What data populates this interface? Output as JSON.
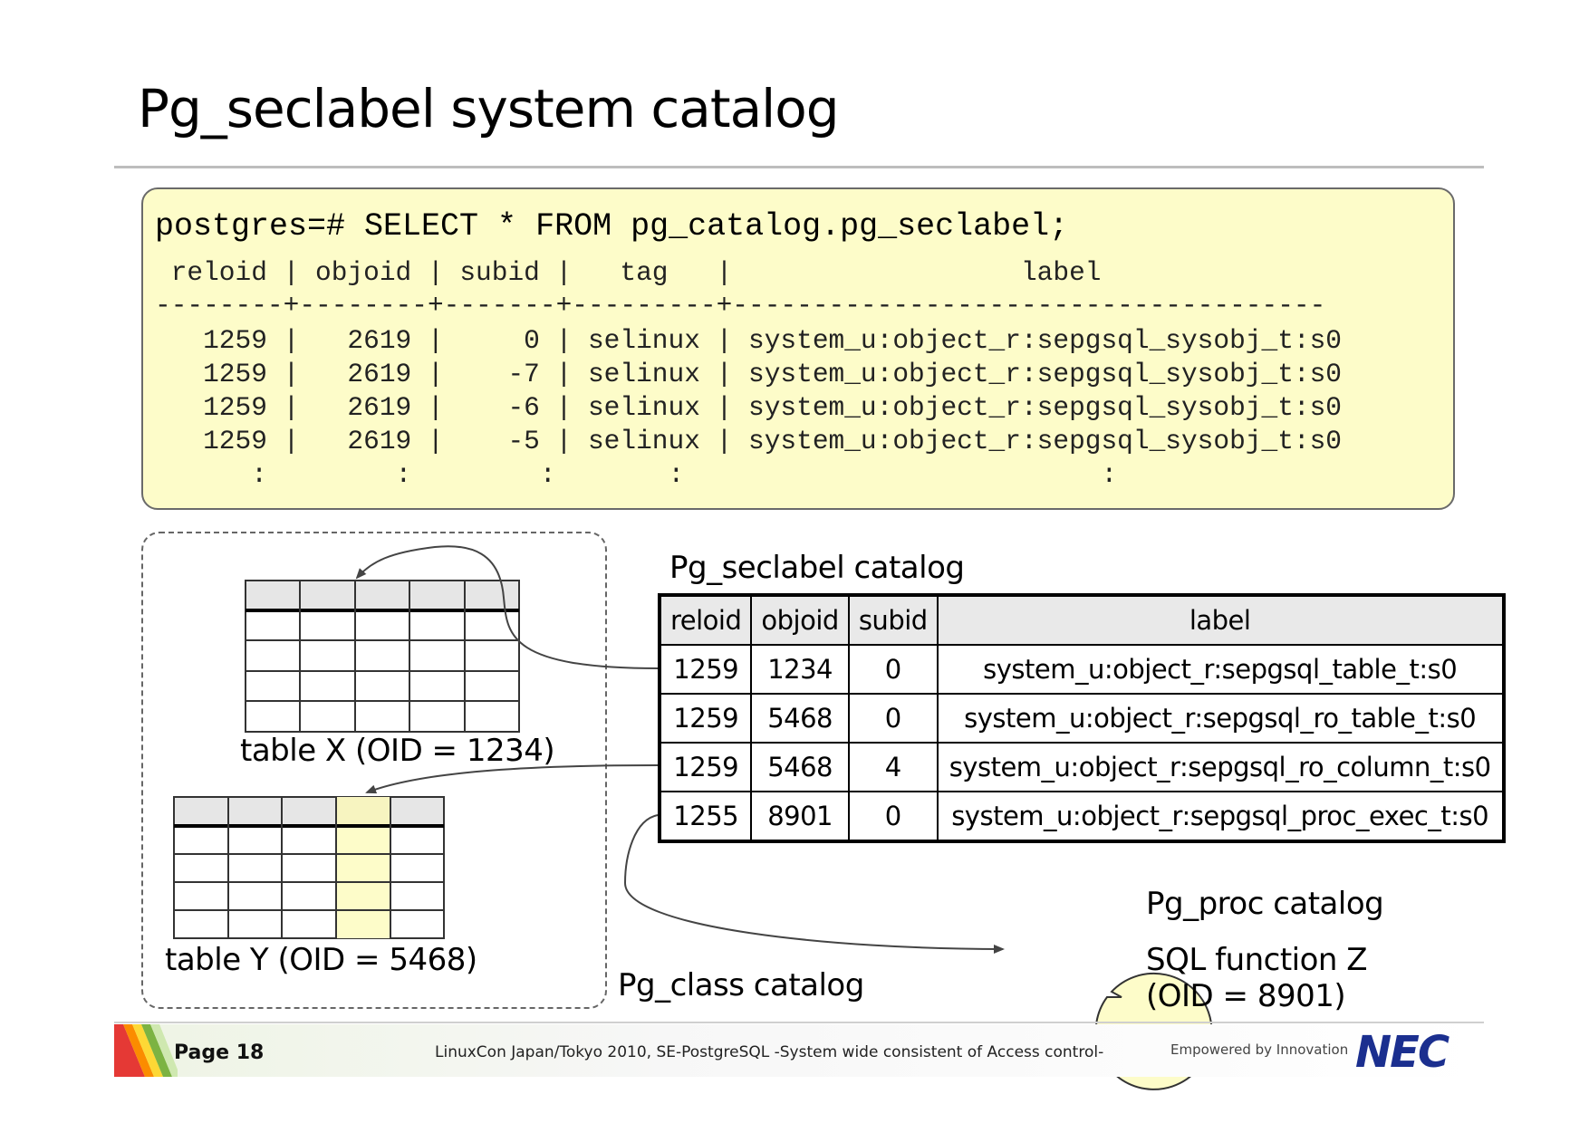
{
  "slide": {
    "title": "Pg_seclabel system catalog"
  },
  "sql_box": {
    "command": "postgres=# SELECT * FROM pg_catalog.pg_seclabel;",
    "header": " reloid | objoid | subid |   tag   |                  label",
    "separator": "--------+--------+-------+---------+-------------------------------------",
    "rows": [
      "   1259 |   2619 |     0 | selinux | system_u:object_r:sepgsql_sysobj_t:s0",
      "   1259 |   2619 |    -7 | selinux | system_u:object_r:sepgsql_sysobj_t:s0",
      "   1259 |   2619 |    -6 | selinux | system_u:object_r:sepgsql_sysobj_t:s0",
      "   1259 |   2619 |    -5 | selinux | system_u:object_r:sepgsql_sysobj_t:s0",
      "      :        :        :       :                          :"
    ]
  },
  "diagram": {
    "table_x_label": "table X (OID = 1234)",
    "table_y_label": "table Y (OID = 5468)",
    "pg_class_label": "Pg_class catalog",
    "seclabel_catalog_title": "Pg_seclabel catalog",
    "pg_proc_title": "Pg_proc catalog",
    "sql_function_line1": "SQL function Z",
    "sql_function_line2": "(OID = 8901)",
    "highlight_color": "#fdfcc9"
  },
  "seclabel_table": {
    "headers": [
      "reloid",
      "objoid",
      "subid",
      "label"
    ],
    "rows": [
      [
        "1259",
        "1234",
        "0",
        "system_u:object_r:sepgsql_table_t:s0"
      ],
      [
        "1259",
        "5468",
        "0",
        "system_u:object_r:sepgsql_ro_table_t:s0"
      ],
      [
        "1259",
        "5468",
        "4",
        "system_u:object_r:sepgsql_ro_column_t:s0"
      ],
      [
        "1255",
        "8901",
        "0",
        "system_u:object_r:sepgsql_proc_exec_t:s0"
      ]
    ]
  },
  "footer": {
    "page": "Page 18",
    "text": "LinuxCon Japan/Tokyo 2010, SE-PostgreSQL -System wide consistent of Access control-",
    "tagline": "Empowered by Innovation",
    "logo": "NEC",
    "logo_color": "#1b2f8f"
  }
}
